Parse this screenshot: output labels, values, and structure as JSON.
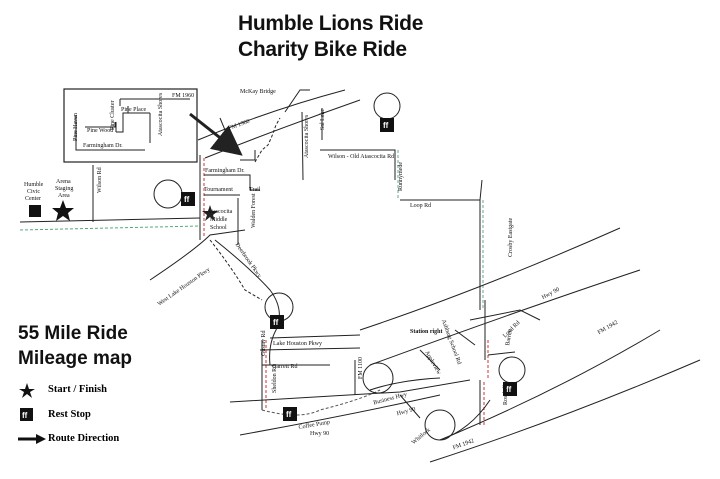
{
  "title_line1": "Humble Lions Ride",
  "title_line2": "Charity Bike Ride",
  "subtitle_line1": "55 Mile Ride",
  "subtitle_line2": "Mileage map",
  "legend": {
    "start": "Start / Finish",
    "rest": "Rest Stop",
    "route": "Route Direction"
  },
  "inset_labels": {
    "fm1960": "FM 1960",
    "pine_wood": "Pine Wood",
    "pine_place": "Pine Place",
    "pine_cluster": "Pine Cluster",
    "pine_haven": "Pine Haven",
    "atascocita_shores": "Atascocita Shores",
    "farmingham": "Farmingham Dr."
  },
  "map_labels": {
    "humble_civic_center": [
      "Humble",
      "Civic",
      "Center"
    ],
    "arena_staging": [
      "Arena",
      "Staging",
      "Area"
    ],
    "wilson_rd": "Wilson Rd",
    "mckay_bridge": "McKay Bridge",
    "fm1960": "FM 1960",
    "atascocita_shores": "Atascocita Shores",
    "farmingham_dr": "Farmingham Dr.",
    "tournament_trail": [
      "Tournament",
      "Trail"
    ],
    "atascocita_school": [
      "Atascocita",
      "Middle",
      "School"
    ],
    "walden_forest": "Walden Forest",
    "eagle_rd": "Eagle Rd",
    "sal_lake": "Sal Lake",
    "wilson_old_atascocita": "Wilson - Old Atascocita Rd.",
    "runnymede": "Runnymede",
    "loop_rd": "Loop Rd",
    "crosby_eastgate": "Crosby Eastgate",
    "west_lake_houston": "West Lake Houston Pkwy",
    "deerbrook": "Deerbrook Pkwy",
    "lake_houston_pkwy": "Lake Houston Pkwy",
    "hwy90_top": "Hwy 90",
    "loyd_rd": "Loyd Rd",
    "fm1942_top": "FM 1942",
    "gustav_rd": "Gustav Rd",
    "sheldon_rd": "Sheldon Rd",
    "garrett_rd": "Garrett Rd",
    "fm1100": "FM 1100",
    "appleview": "Appleview",
    "business_hwy": "Business Hwy",
    "hwy90_mid": "Hwy 90",
    "coffee_pump": "Coffee Pump",
    "hwy90_low": "Hwy 90",
    "fm1942_low": "FM 1942",
    "rosehill": "Rosehill",
    "station_right": "Station right",
    "ashburg": "Ashburg School Rd",
    "barrett": "Barrett",
    "whitlock": "Whitlock"
  }
}
